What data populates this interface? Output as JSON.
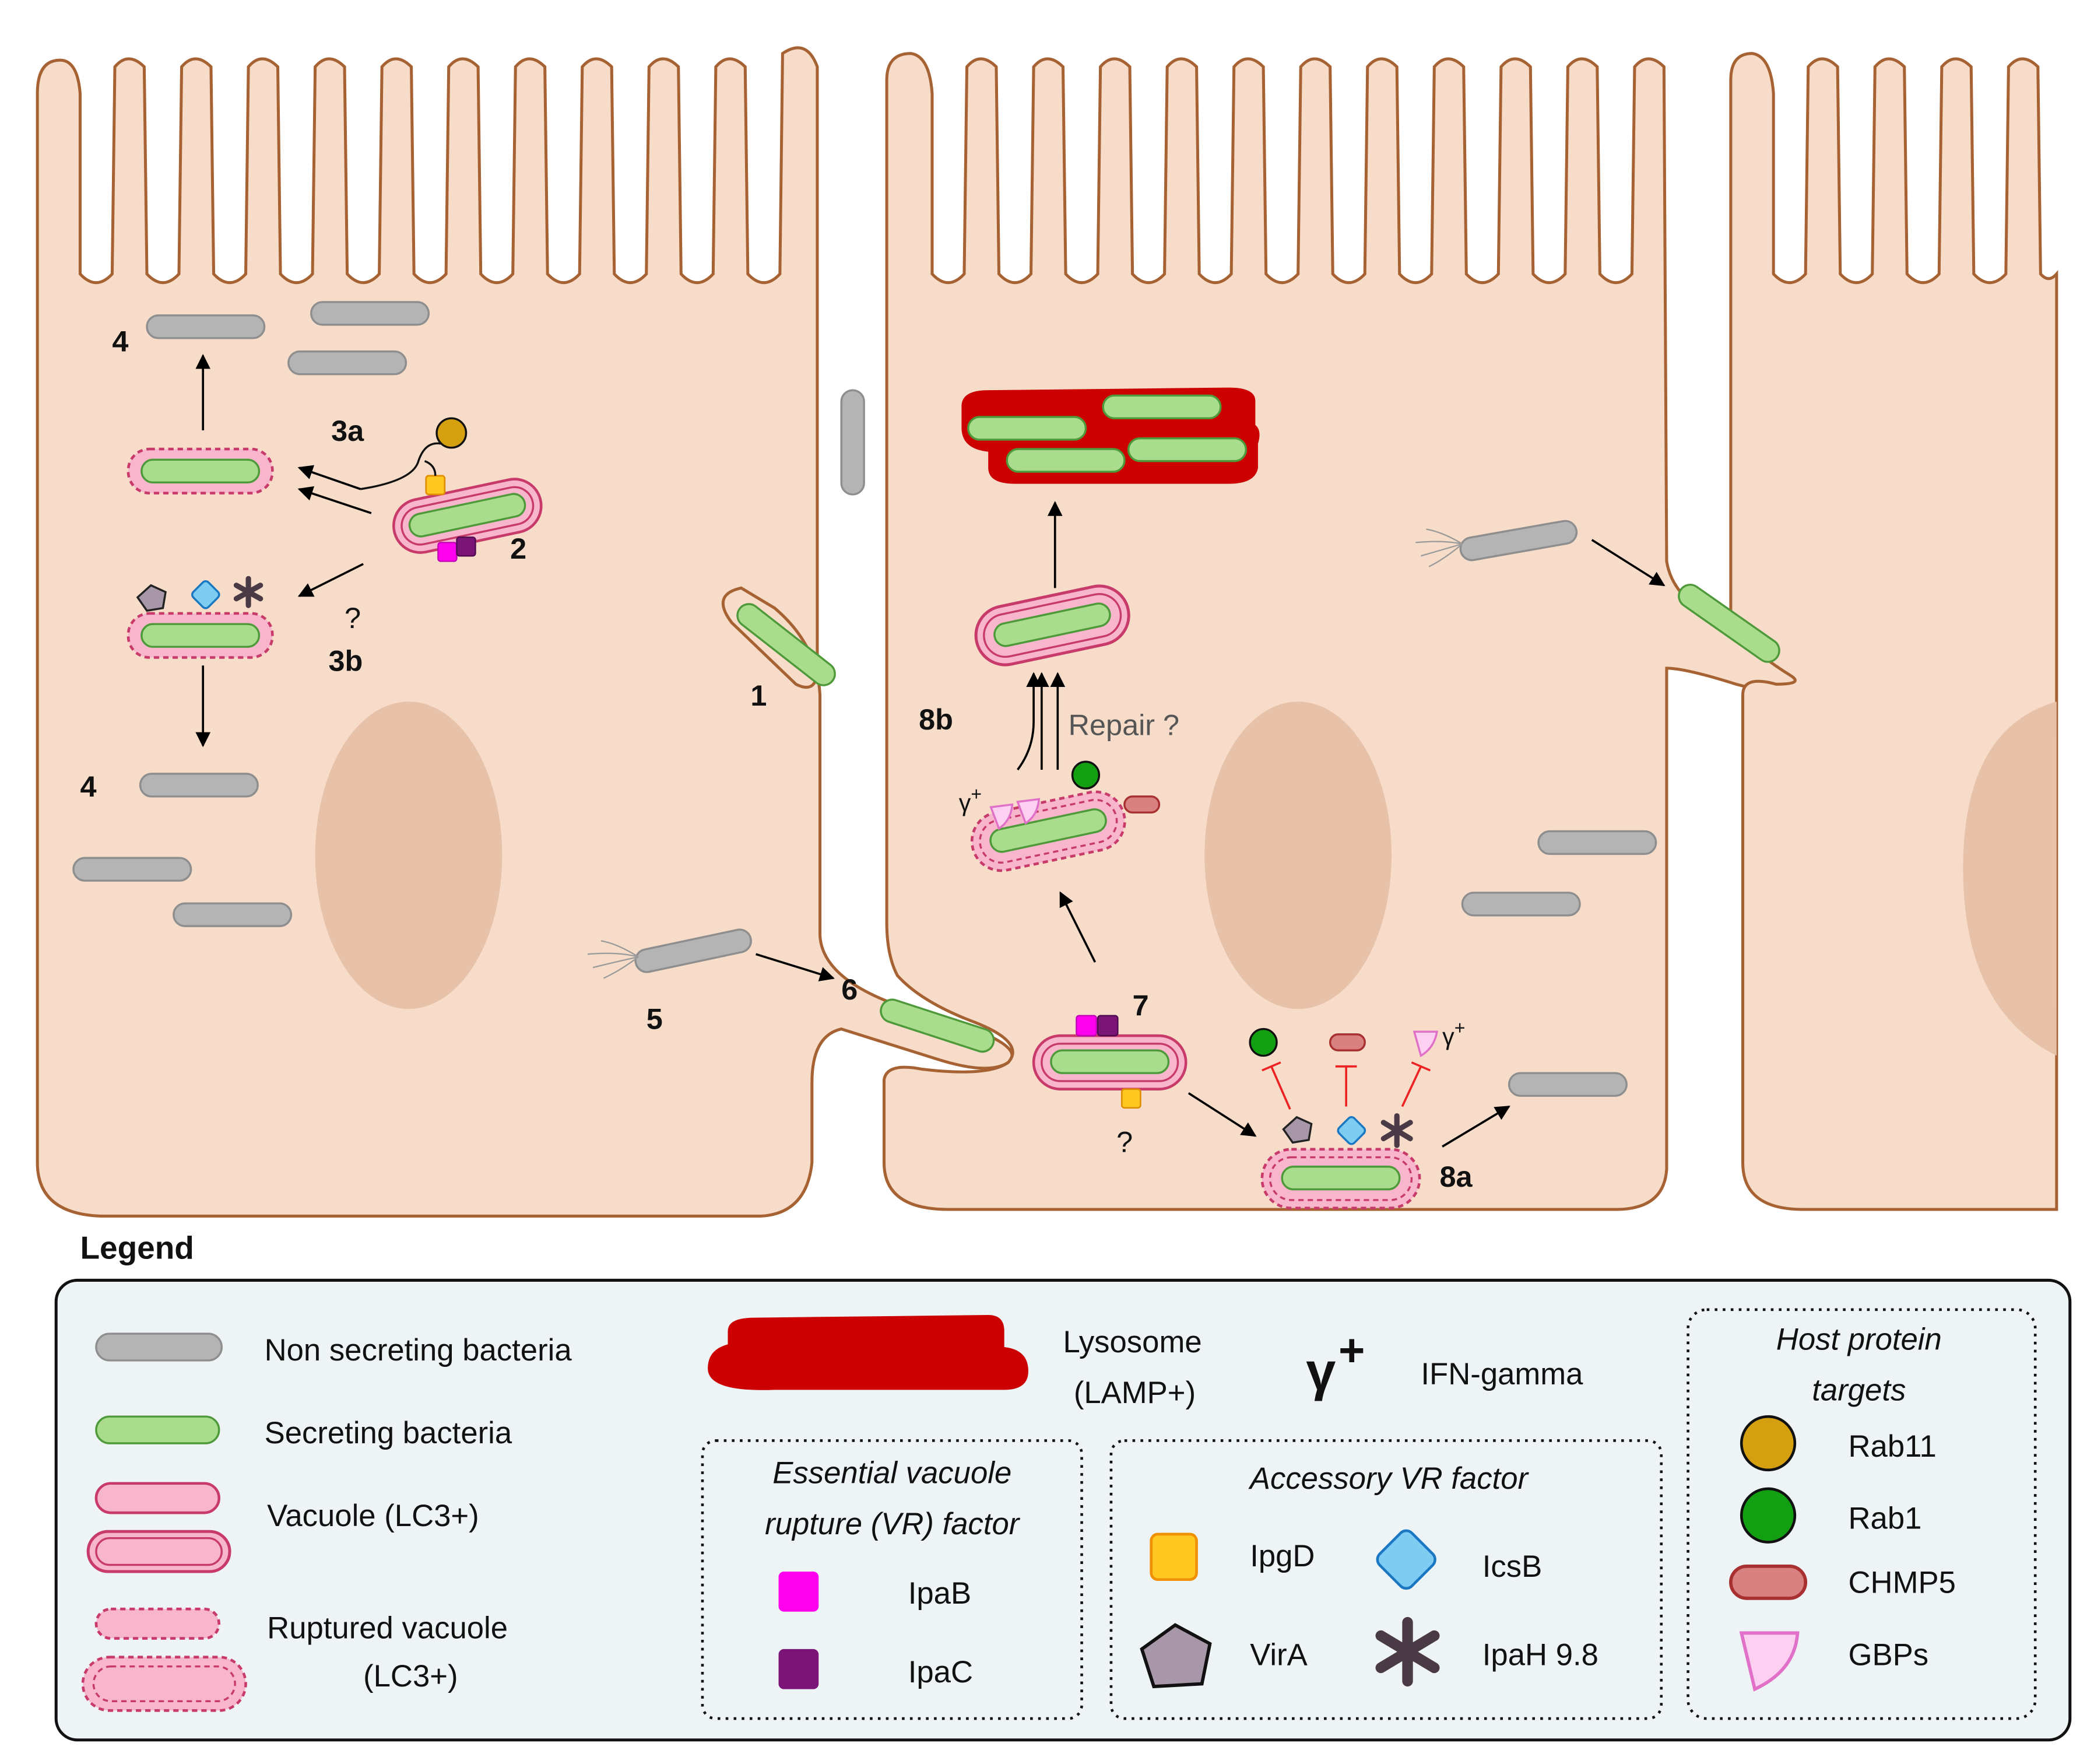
{
  "colors": {
    "cell_fill": "#F6DCC9",
    "cell_stroke": "#A66232",
    "nucleus": "#E7C1A8",
    "bacteria_gray": "#B4B4B4",
    "bacteria_gray_stroke": "#8E8E8E",
    "bacteria_green": "#A9DC8C",
    "bacteria_green_stroke": "#4E9A3A",
    "vacuole_fill": "#F7B6CC",
    "vacuole_stroke": "#C83A6A",
    "lysosome": "#CC0000",
    "legend_bg": "#EEF4F6",
    "ipab": "#FF00EE",
    "ipac": "#7A1477",
    "ipgd": "#FFC820",
    "icsb": "#7FCCF2",
    "vira": "#A897A8",
    "rab11": "#D4A010",
    "rab1": "#12A012",
    "chmp5": "#D98080",
    "gbps": "#FBD0F0",
    "inhibition": "#EE2222"
  },
  "labels": {
    "step_1": "1",
    "step_2": "2",
    "step_3a": "3a",
    "step_3b": "3b",
    "step_4_top": "4",
    "step_4_bottom": "4",
    "step_5": "5",
    "step_6": "6",
    "step_7": "7",
    "step_8a": "8a",
    "step_8b": "8b",
    "question_3b": "?",
    "question_7": "?",
    "repair": "Repair ?",
    "gamma_cell2": "γ",
    "gamma_cell2_plus": "+",
    "gamma_8a": "γ",
    "gamma_8a_plus": "+"
  },
  "legend": {
    "title": "Legend",
    "non_secreting": "Non secreting bacteria",
    "secreting": "Secreting bacteria",
    "vacuole": "Vacuole (LC3+)",
    "ruptured_line1": "Ruptured vacuole",
    "ruptured_line2": "(LC3+)",
    "lysosome_line1": "Lysosome",
    "lysosome_line2": "(LAMP+)",
    "ifn_symbol": "γ",
    "ifn_plus": "+",
    "ifn_label": "IFN-gamma",
    "essential": {
      "title_line1": "Essential vacuole",
      "title_line2": "rupture (VR) factor",
      "ipab": "IpaB",
      "ipac": "IpaC"
    },
    "accessory": {
      "title": "Accessory VR factor",
      "ipgd": "IpgD",
      "icsb": "IcsB",
      "vira": "VirA",
      "ipah": "IpaH 9.8"
    },
    "host": {
      "title_line1": "Host protein",
      "title_line2": "targets",
      "rab11": "Rab11",
      "rab1": "Rab1",
      "chmp5": "CHMP5",
      "gbps": "GBPs"
    }
  }
}
